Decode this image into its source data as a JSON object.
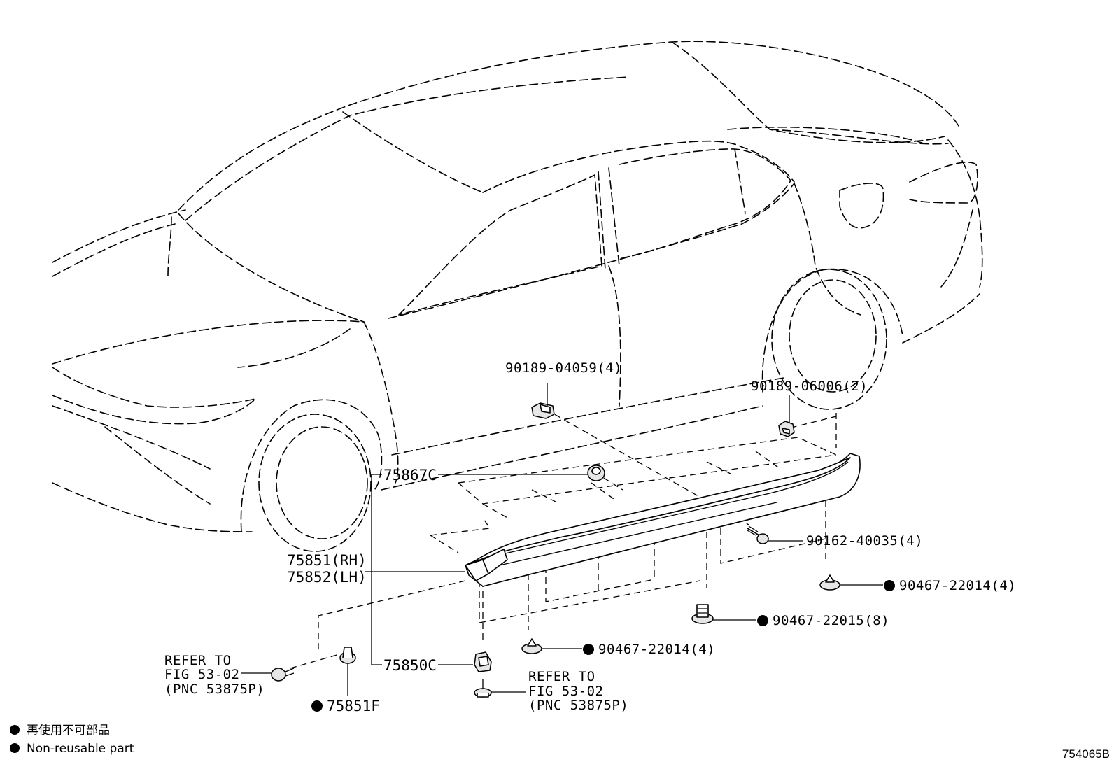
{
  "labels": {
    "clip_upper": "90189-04059(4)",
    "clip_rear": "90189-06006(2)",
    "clip_867c": "75867C",
    "moulding_rh": "75851(RH)",
    "moulding_lh": "75852(LH)",
    "screw": "90162-40035(4)",
    "clip_22014_right": "90467-22014(4)",
    "clip_22015": "90467-22015(8)",
    "clip_22014_mid": "90467-22014(4)",
    "clip_850c": "75850C",
    "clip_851f": "75851F",
    "refer_left": [
      "REFER TO",
      "FIG 53-02",
      "(PNC 53875P)"
    ],
    "refer_mid": [
      "REFER TO",
      "FIG 53-02",
      "(PNC 53875P)"
    ]
  },
  "legend": {
    "jp": "再使用不可部品",
    "en": "Non-reusable part"
  },
  "figure_code": "754065B"
}
